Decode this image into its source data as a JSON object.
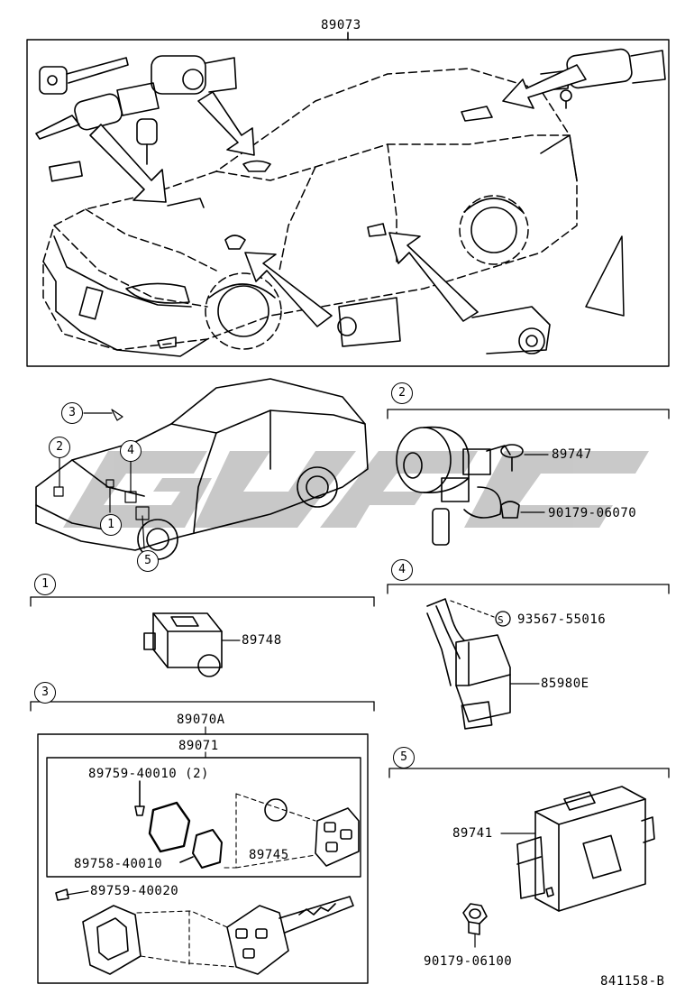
{
  "assembly_top": "89073",
  "callouts": {
    "c1": "1",
    "c2": "2",
    "c3": "3",
    "c4": "4",
    "c5": "5"
  },
  "parts": {
    "p89747": "89747",
    "p90179_06070": "90179-06070",
    "p89748": "89748",
    "p93567": "93567-55016",
    "p85980E": "85980E",
    "p89070A": "89070A",
    "p89071": "89071",
    "p89759_40010": "89759-40010 (2)",
    "p89758_40010": "89758-40010",
    "p89745": "89745",
    "p89759_40020": "89759-40020",
    "p89741": "89741",
    "p90179_06100": "90179-06100"
  },
  "screw_mark": "S",
  "figure_id": "841158-B"
}
